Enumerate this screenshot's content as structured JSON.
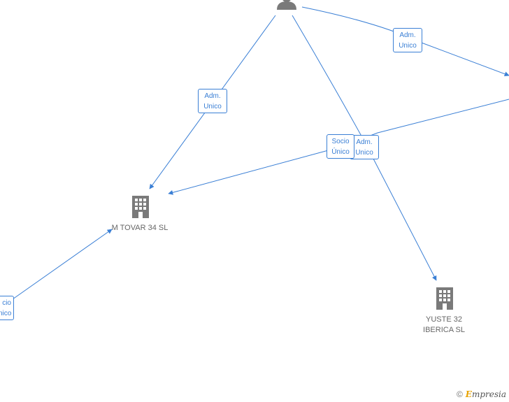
{
  "edge_labels": {
    "top_right": [
      "Adm.",
      "Unico"
    ],
    "upper_left": [
      "Adm.",
      "Unico"
    ],
    "socio_center": [
      "Socio",
      "Único"
    ],
    "adm_center": [
      "Adm.",
      "Unico"
    ],
    "bottom_left": [
      "cio",
      "nico"
    ]
  },
  "nodes": {
    "m_tovar": {
      "name": "M TOVAR 34  SL"
    },
    "yuste": {
      "line1": "YUSTE 32",
      "line2": "IBERICA  SL"
    }
  },
  "watermark": {
    "copyright": "©",
    "brand_initial": "E",
    "brand_rest": "mpresia"
  },
  "colors": {
    "edge": "#3a7fd5",
    "node_icon": "#7a7a7a",
    "node_text": "#666666"
  }
}
